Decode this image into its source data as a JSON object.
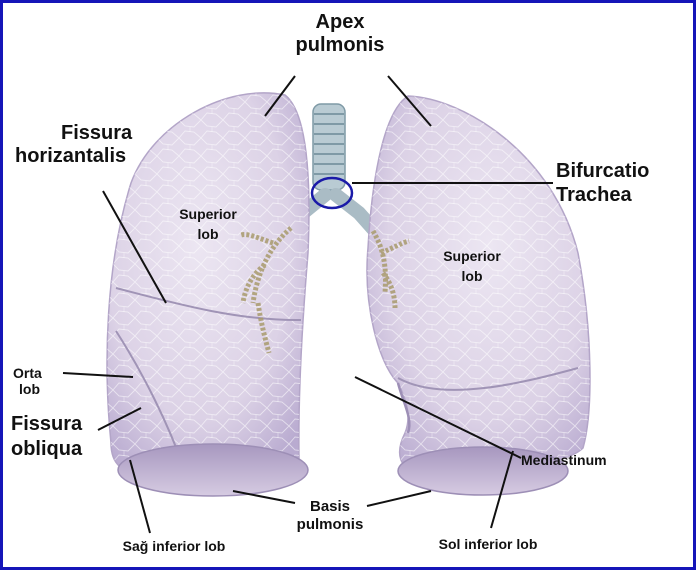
{
  "labels": {
    "apex_line1": "Apex",
    "apex_line2": "pulmonis",
    "fissura_h_line1": "Fissura",
    "fissura_h_line2": "horizantalis",
    "bifurcatio_line1": "Bifurcatio",
    "bifurcatio_line2": "Trachea",
    "right_superior_line1": "Superior",
    "right_superior_line2": "lob",
    "left_superior_line1": "Superior",
    "left_superior_line2": "lob",
    "orta_line1": "Orta",
    "orta_line2": "lob",
    "fissura_o_line1": "Fissura",
    "fissura_o_line2": "obliqua",
    "mediastinum": "Mediastinum",
    "basis_line1": "Basis",
    "basis_line2": "pulmonis",
    "sag_inferior": "Sağ inferior lob",
    "sol_inferior": "Sol inferior lob"
  },
  "colors": {
    "frame_border": "#1515b8",
    "lung_fill": "#dcd2e6",
    "lung_shadow": "#b7a9cc",
    "lung_base": "#cfc3dd",
    "trachea": "#b9cbd3",
    "trachea_ring": "#7f9aa6",
    "bifurcation_marker": "#1a1aa8",
    "bronchi": "#a89a6c",
    "text": "#111111"
  }
}
